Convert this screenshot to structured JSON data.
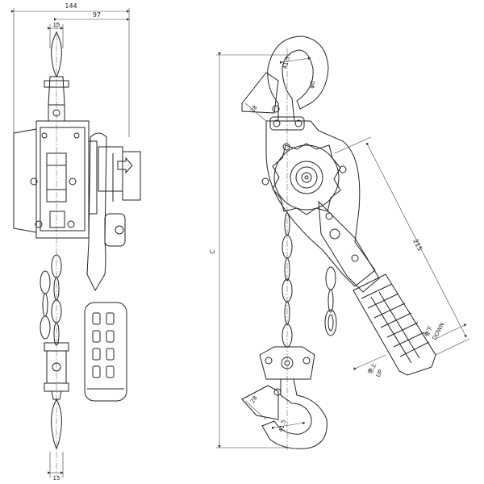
{
  "dimensions": {
    "overall_width": "144",
    "offset_width": "97",
    "top_hook_width": "15",
    "bottom_hook_width": "15",
    "top_hook_opening": "41.5",
    "top_hook_diameter": "φ0",
    "top_latch_length": "28",
    "handle_length": "215",
    "height": "C",
    "bottom_latch_length": "28",
    "bottom_hook_opening": "41.5"
  },
  "labels": {
    "down_jp": "巻下",
    "down_en": "DOWN",
    "up_jp": "巻上",
    "up_en": "UP"
  }
}
